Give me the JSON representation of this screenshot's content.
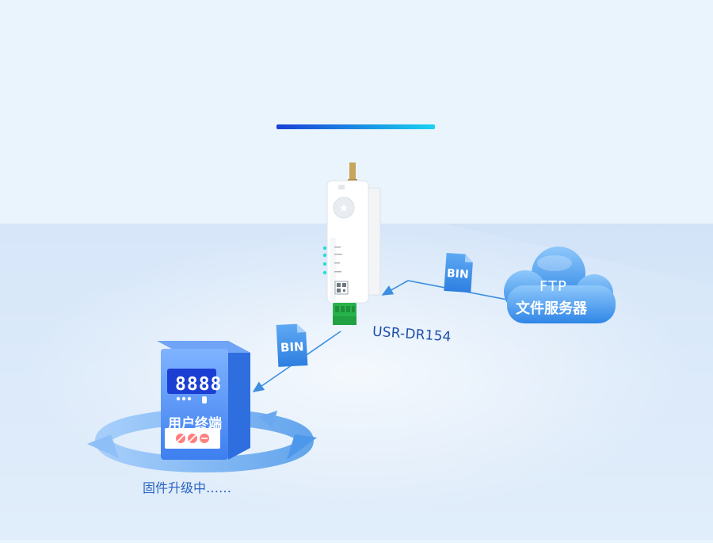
{
  "device": {
    "name": "USR-DR154"
  },
  "cloud": {
    "line1": "FTP",
    "line2": "文件服务器"
  },
  "files": {
    "upper": "BIN",
    "lower": "BIN"
  },
  "terminal": {
    "label": "用户终端",
    "display": "8888"
  },
  "status": {
    "text": "固件升级中……"
  },
  "colors": {
    "accent_dark": "#1a3fd6",
    "accent_light": "#19d3f0",
    "arrow": "#3b8ee0",
    "terminal_blue": "#3c7ff0",
    "connector_green": "#27b34a"
  }
}
